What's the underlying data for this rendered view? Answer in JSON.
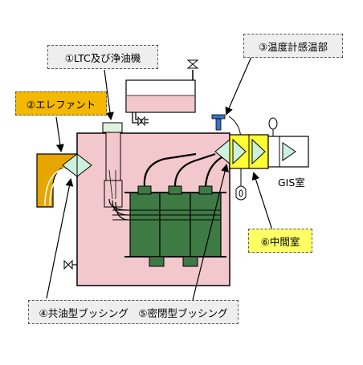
{
  "labels": {
    "ltc": "①LTC及び浄油機",
    "elephant": "②エレファント",
    "temp": "③温度計感温部",
    "bushings": "④共油型ブッシング　⑤密閉型ブッシング",
    "chamber": "⑥中間室",
    "gis": "GIS室"
  },
  "colors": {
    "tank": "#f2c8cc",
    "core": "#3e7a44",
    "ltc_green": "#dff2e0",
    "elephant": "#e6a600",
    "chamber_yellow": "#ffff33",
    "label_gray": "#eeeeee",
    "label_orange": "#f5b800",
    "label_yellow": "#ffff66",
    "bushing_fill": "#ccf2dd"
  }
}
